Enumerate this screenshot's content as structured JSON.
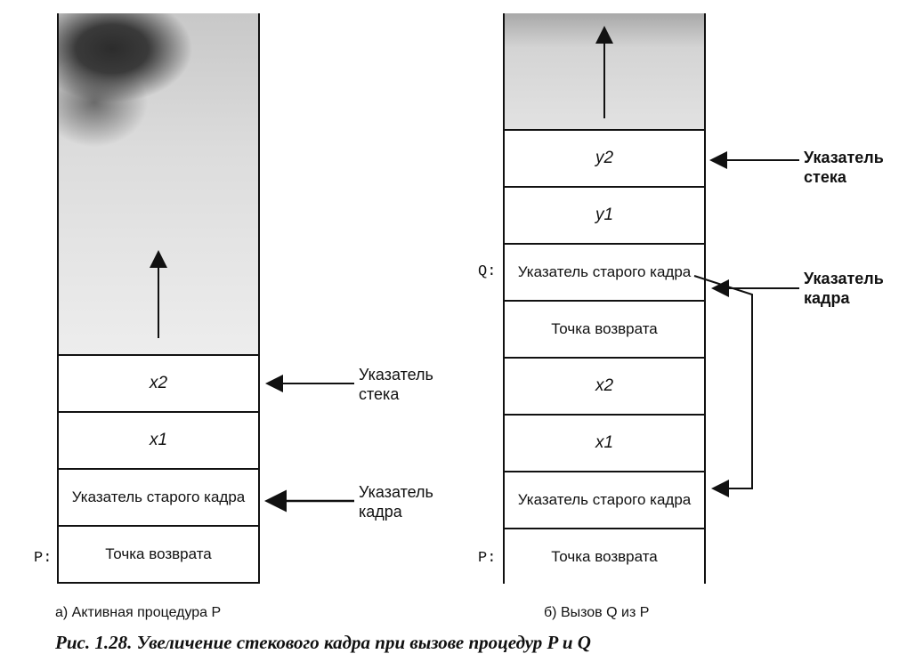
{
  "stack_a": {
    "cells": [
      "x2",
      "x1",
      "Указатель старого кадра",
      "Точка возврата"
    ],
    "p_mark": "P:",
    "stack_pointer_label": [
      "Указатель",
      "стека"
    ],
    "frame_pointer_label": [
      "Указатель",
      "кадра"
    ],
    "caption": "а) Активная процедура P"
  },
  "stack_b": {
    "cells": [
      "y2",
      "y1",
      "Указатель старого кадра",
      "Точка возврата",
      "x2",
      "x1",
      "Указатель старого кадра",
      "Точка возврата"
    ],
    "q_mark": "Q:",
    "p_mark": "P:",
    "stack_pointer_label": [
      "Указатель",
      "стека"
    ],
    "frame_pointer_label": [
      "Указатель",
      "кадра"
    ],
    "caption": "б) Вызов Q из P"
  },
  "figure_caption": "Рис. 1.28. Увеличение стекового кадра при вызове процедур P и Q"
}
